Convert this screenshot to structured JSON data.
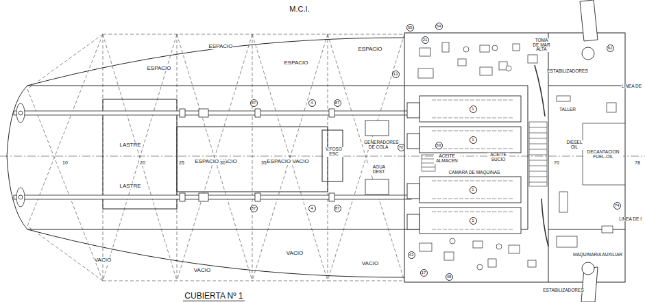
{
  "diagram": {
    "caption": "CUBIERTA Nº 1",
    "labels": [
      "M.C.I.",
      "ESPACIO",
      "ESPACIO",
      "ESPACIO",
      "ESPACIO",
      "LASTRE",
      "LASTRE",
      "ESPACIO VACIO",
      "ESPACIO VACIO",
      "V.FOSO ESC",
      "VACIO",
      "VACIO",
      "VACIO",
      "VACIO",
      "GENERADORES DE COLA",
      "AGUA DEST.",
      "ACEITE ALMACEN",
      "ACEITE SUCIO",
      "CAMARA DE MAQUINAS",
      "TOMA DE MAR ALTA",
      "ESTABILIZADORES",
      "TALLER",
      "DIESEL OIL",
      "DECANTACION FUEL-OIL",
      "MAQUINARIA AUXILIAR",
      "ESTABILIZADORES",
      "LINEA DE",
      "LINEA DE I",
      "10",
      "20",
      "25",
      "30",
      "35",
      "70",
      "78",
      "87",
      "87",
      "87",
      "87",
      "4",
      "4",
      "13",
      "65",
      "54",
      "21",
      "1",
      "1",
      "1",
      "1",
      "43",
      "17",
      "48",
      "62",
      "74",
      "63",
      "70"
    ]
  }
}
